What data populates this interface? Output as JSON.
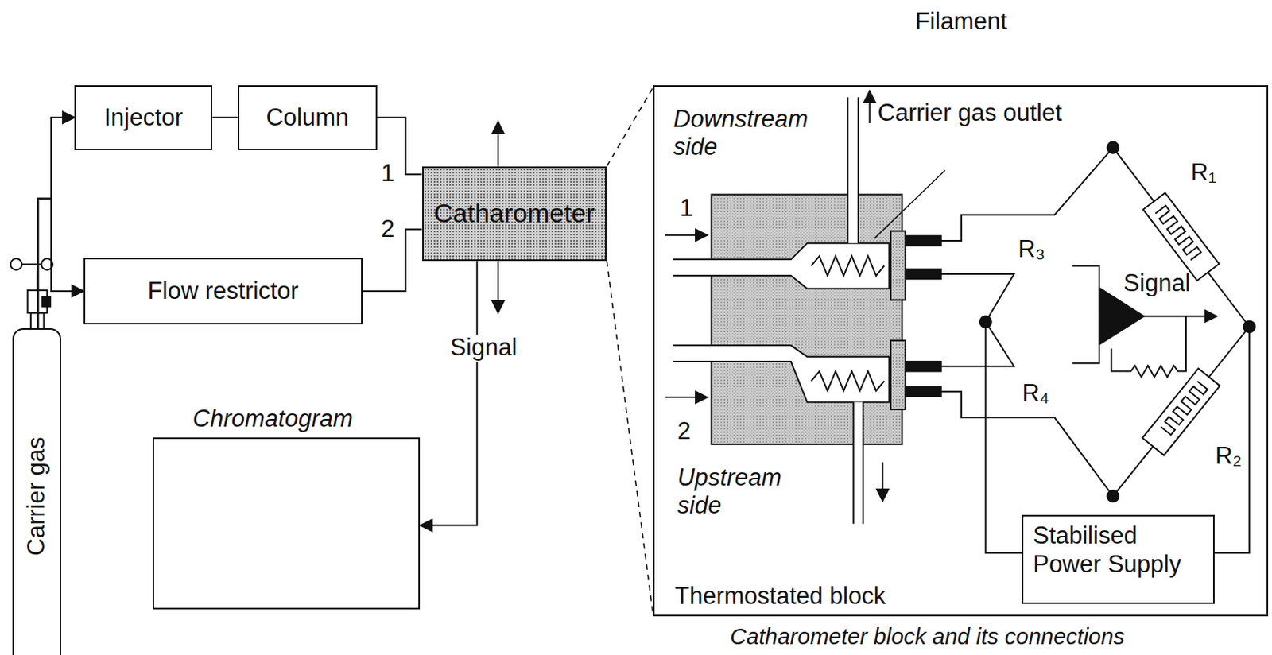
{
  "diagram": {
    "caption": "Catharometer block and its connections",
    "nodes": [
      {
        "text": [
          "Carrier gas"
        ]
      },
      {
        "text": [
          "Injector"
        ]
      },
      {
        "text": [
          "Column"
        ]
      },
      {
        "text": [
          "Flow restrictor"
        ]
      },
      {
        "text": [
          "Catharometer"
        ]
      },
      {
        "text": [
          "Chromatogram"
        ]
      },
      {
        "text": [
          "Thermostated block"
        ]
      },
      {
        "text": [
          "Stabilised Power Supply"
        ],
        "in": 6
      }
    ],
    "edges": [
      {
        "from": 0,
        "to": 1,
        "arrow": "to"
      },
      {
        "from": 0,
        "to": 3,
        "arrow": "to"
      },
      {
        "from": 1,
        "to": 2,
        "arrow": "none"
      },
      {
        "from": 2,
        "to": 4,
        "arrow": "none",
        "label": "1"
      },
      {
        "from": 3,
        "to": 4,
        "arrow": "none",
        "label": "2"
      },
      {
        "from": 4,
        "to": 5,
        "arrow": "to",
        "label": "Signal"
      }
    ],
    "labels": [
      "Filament",
      "Downstream side",
      "Carrier gas outlet",
      "1",
      "R₃",
      "R₁",
      "Signal",
      "R₄",
      "R₂",
      "2",
      "Upstream side"
    ]
  }
}
